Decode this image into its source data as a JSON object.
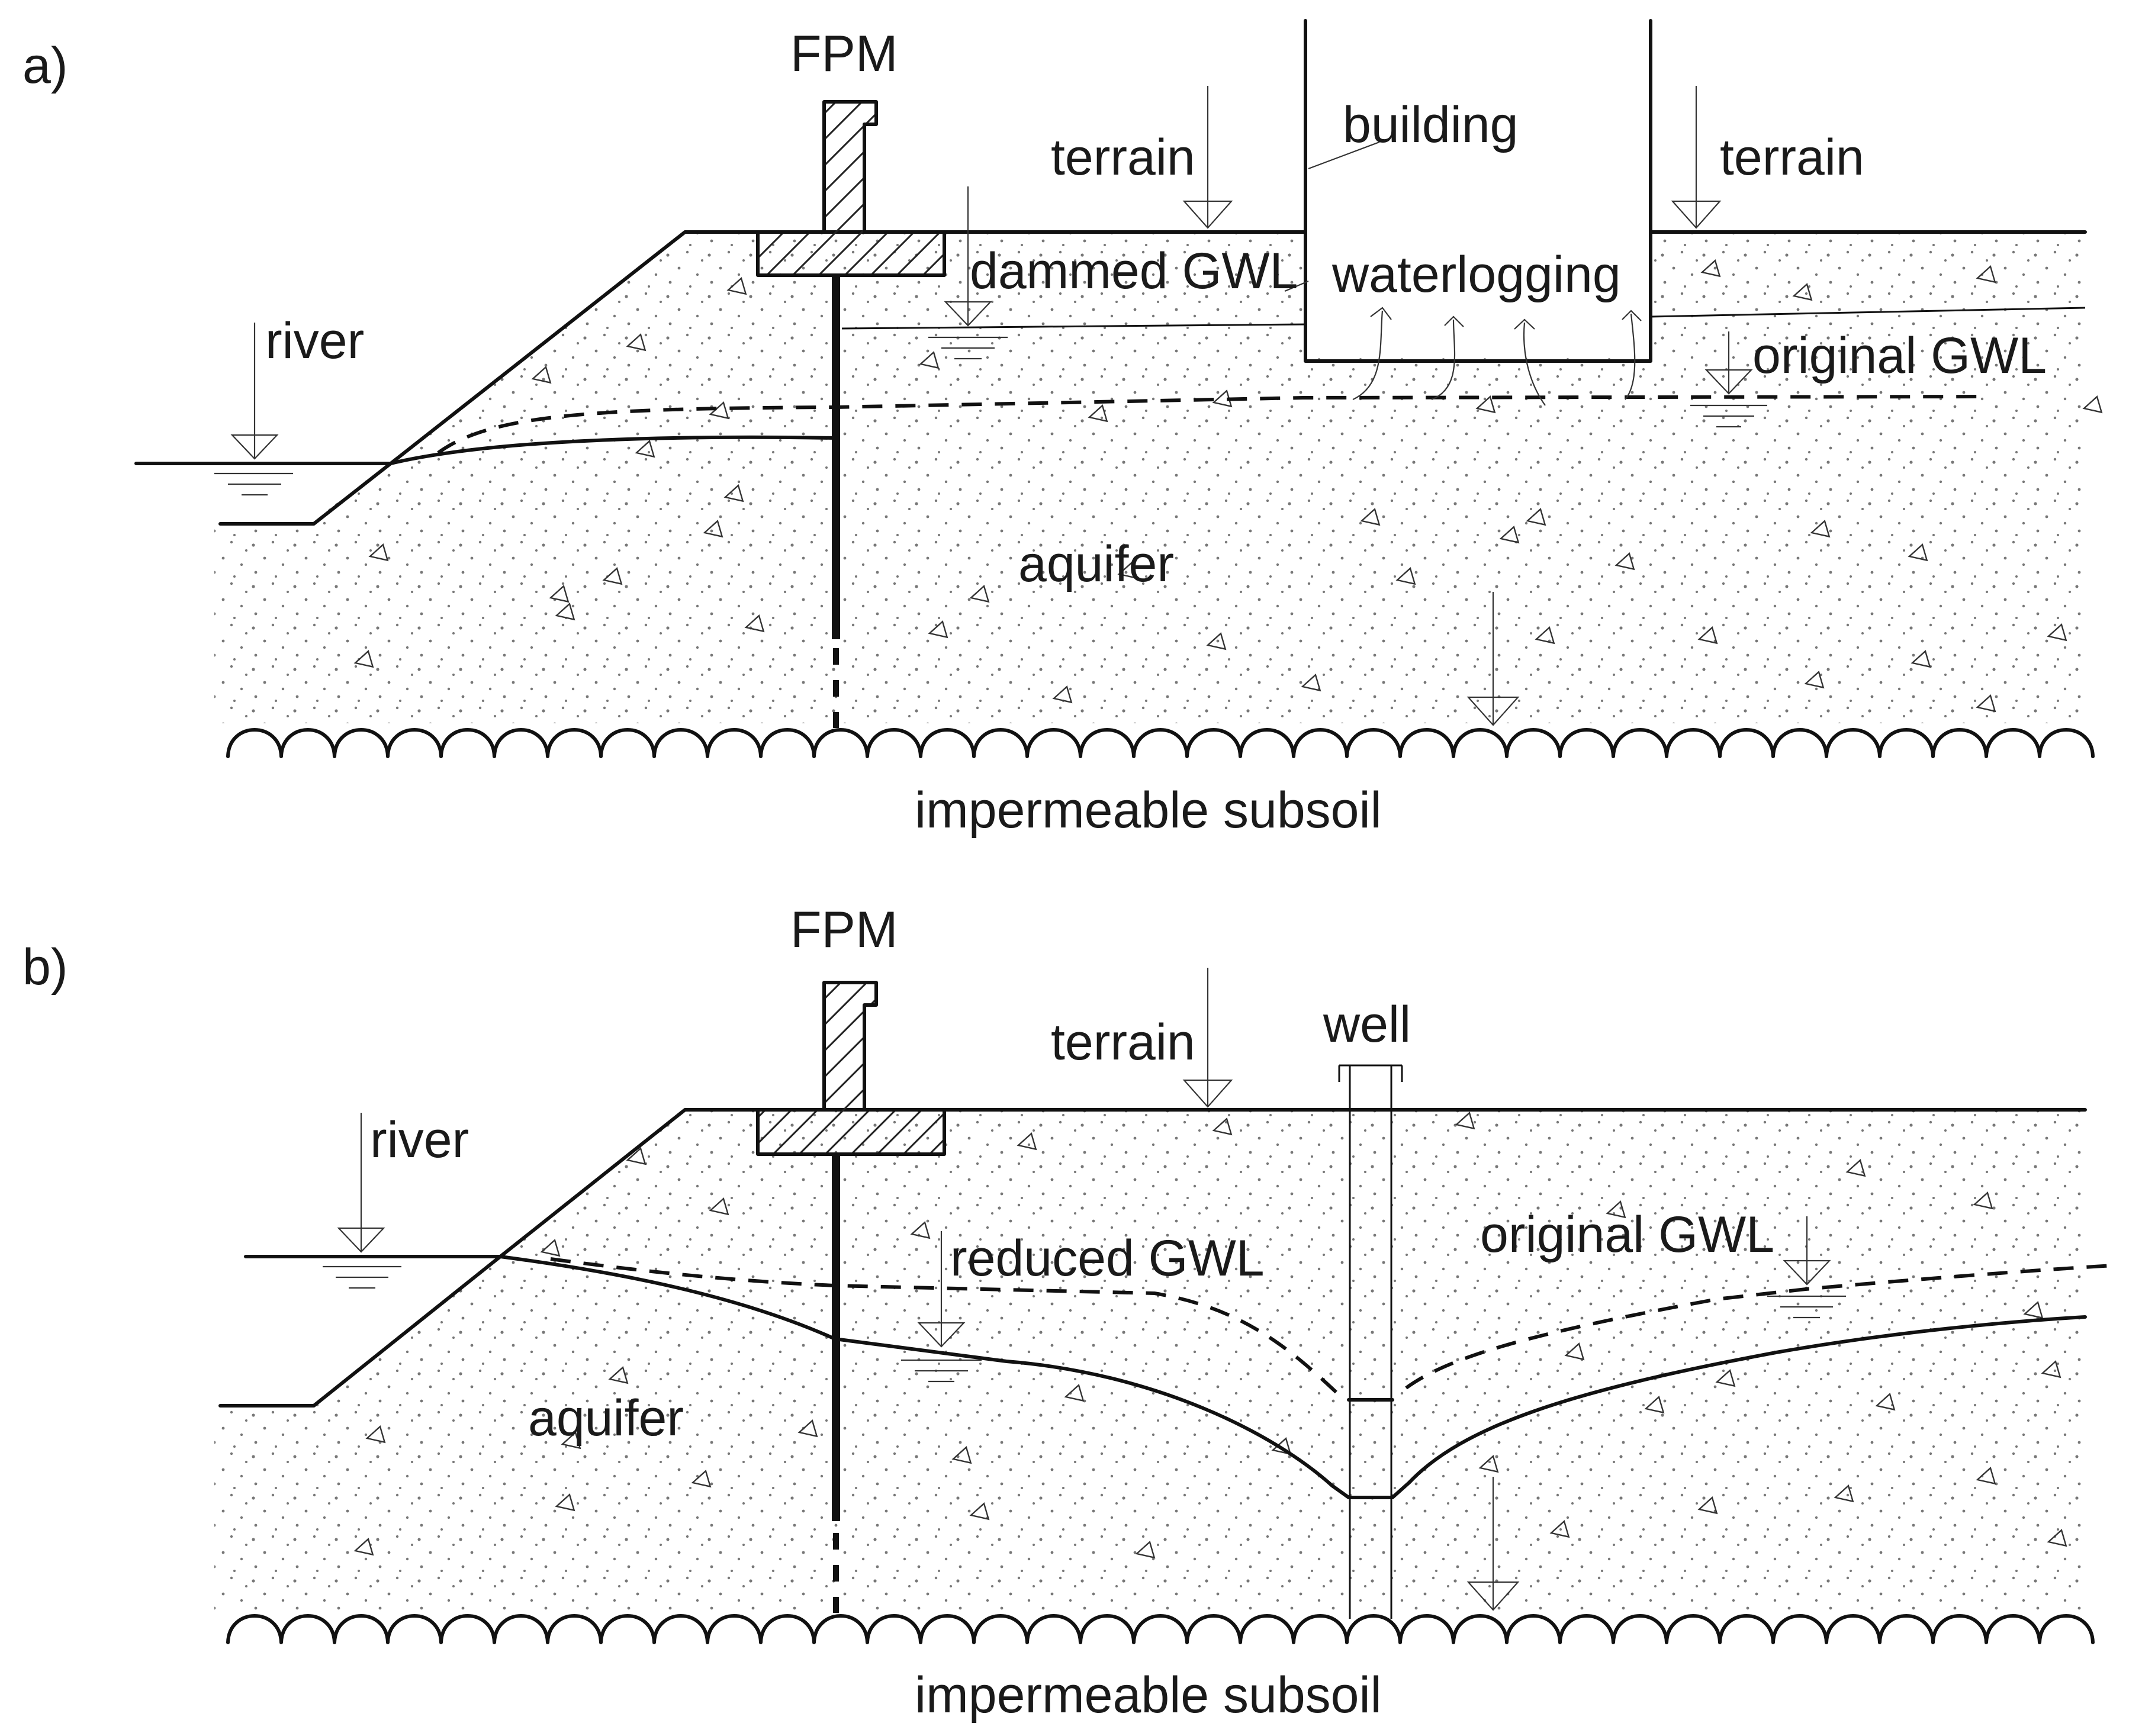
{
  "figure": {
    "panel_a": {
      "panel_label": "a)",
      "fpm_label": "FPM",
      "building_label": "building",
      "terrain_left_label": "terrain",
      "terrain_right_label": "terrain",
      "river_label": "river",
      "dammed_gwl_label": "dammed GWL",
      "waterlogging_label": "waterlogging",
      "original_gwl_label": "original GWL",
      "aquifer_label": "aquifer",
      "subsoil_label": "impermeable subsoil"
    },
    "panel_b": {
      "panel_label": "b)",
      "fpm_label": "FPM",
      "terrain_label": "terrain",
      "well_label": "well",
      "river_label": "river",
      "reduced_gwl_label": "reduced GWL",
      "original_gwl_label": "original GWL",
      "aquifer_label": "aquifer",
      "subsoil_label": "impermeable subsoil"
    },
    "colors": {
      "ink": "#111111",
      "background": "#ffffff",
      "stipple": "#777777"
    }
  }
}
